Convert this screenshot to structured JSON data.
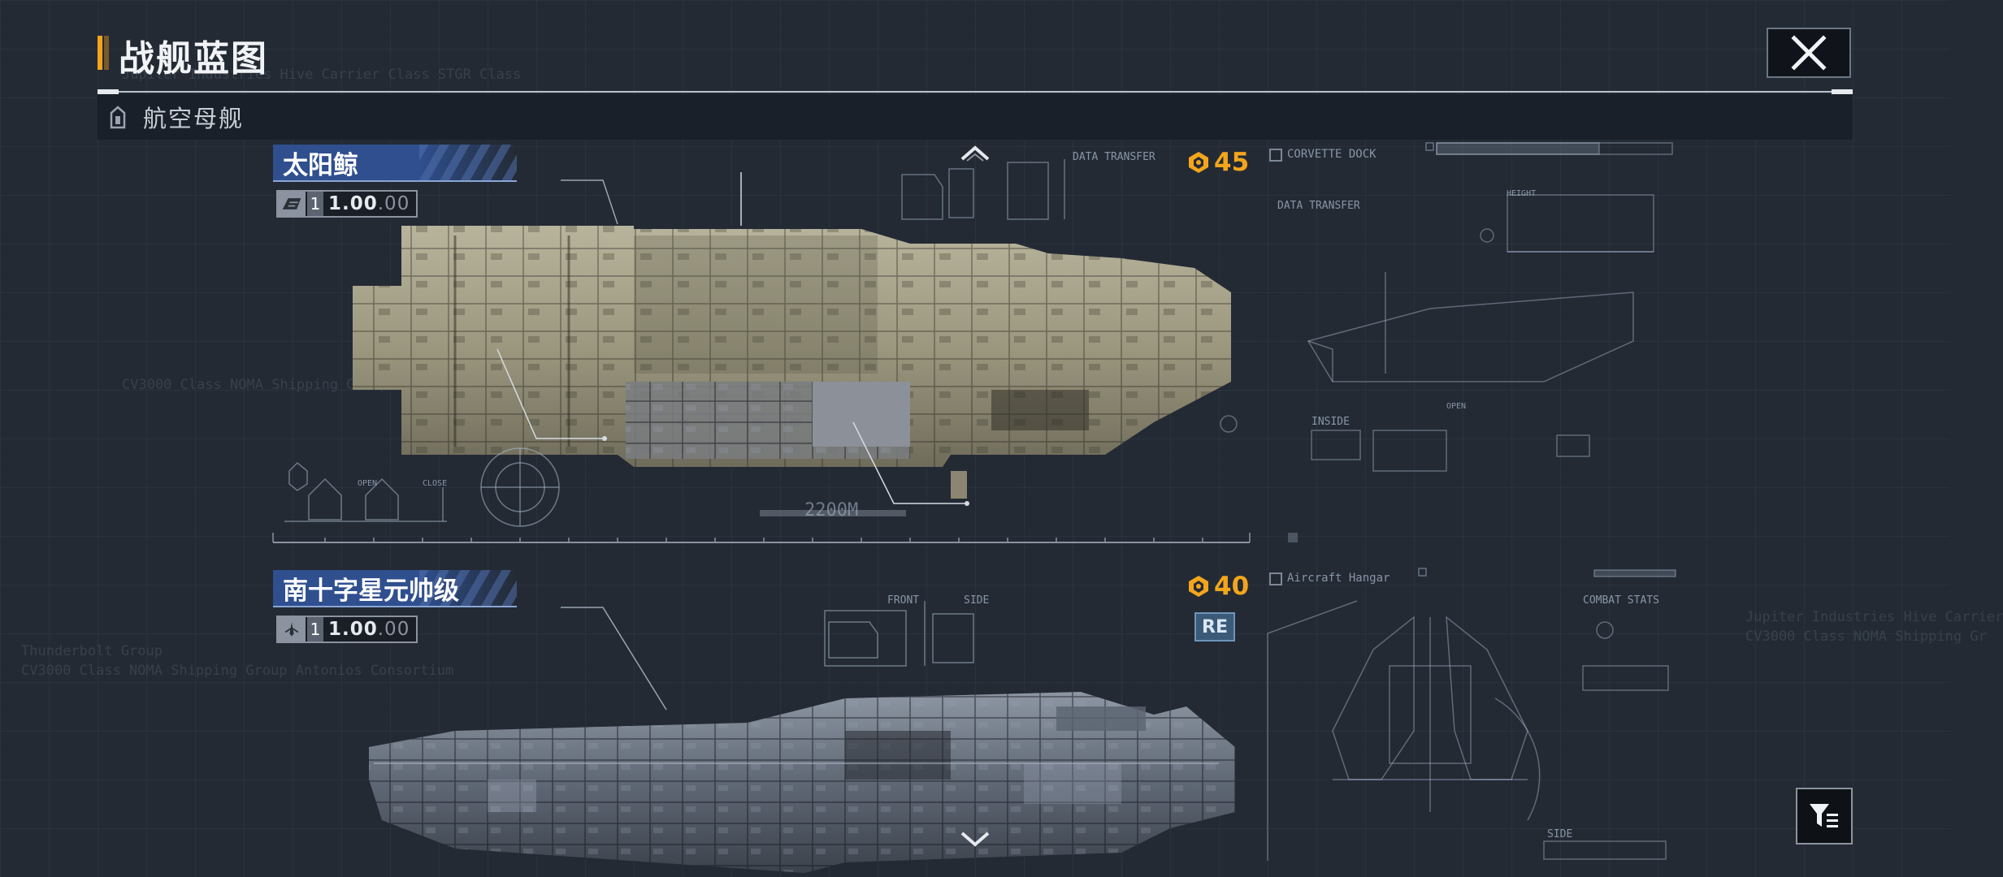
{
  "header": {
    "title": "战舰蓝图",
    "category": "航空母舰"
  },
  "background_text": {
    "line_a": "Jupiter Industries   Hive Carrier Class   STGR Class",
    "line_b": "CV3000 Class NOMA Shipping Group Antonios Consortium",
    "line_c": "Thunderbolt Group",
    "line_d": "CV3000 Class NOMA Shipping Group Antonios Consortium",
    "line_e": "Jupiter Industries   Hive Carrier",
    "line_f": "CV3000 Class NOMA Shipping Gr"
  },
  "ships": [
    {
      "name": "太阳鲸",
      "level": "1",
      "scale_main": "1.00",
      "scale_dim": ".00",
      "cost": "45",
      "length": "2200M",
      "labels": {
        "corvette_dock": "CORVETTE DOCK",
        "data_transfer": "DATA TRANSFER",
        "data_transfer_2": "DATA TRANSFER",
        "inside": "INSIDE",
        "open": "OPEN",
        "close": "CLOSE",
        "height": "HEIGHT",
        "open_2": "OPEN"
      }
    },
    {
      "name": "南十字星元帅级",
      "level": "1",
      "scale_main": "1.00",
      "scale_dim": ".00",
      "cost": "40",
      "badge": "RE",
      "labels": {
        "aircraft_hangar": "Aircraft Hangar",
        "front": "FRONT",
        "side": "SIDE",
        "combat_stats": "COMBAT STATS",
        "side_2": "SIDE"
      }
    }
  ],
  "colors": {
    "accent_orange": "#f4a51c",
    "name_tag_blue": "#2f4f8f",
    "background": "#232a34"
  },
  "icons": {
    "close": "close-icon",
    "filter": "filter-icon",
    "category": "carrier-category-icon",
    "cost": "cost-icon",
    "chevron_up": "chevron-up-icon",
    "chevron_down": "chevron-down-icon"
  }
}
